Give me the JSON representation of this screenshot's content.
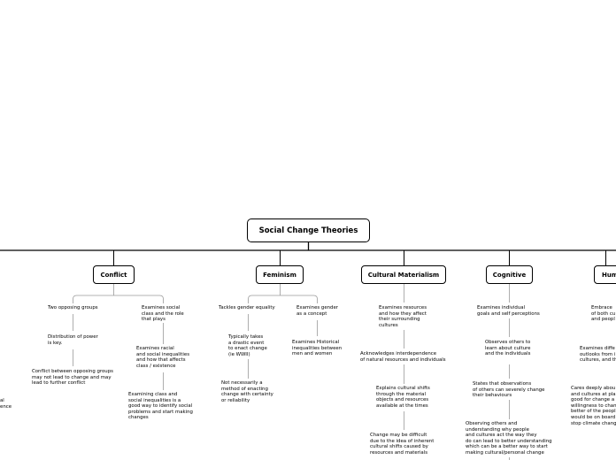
{
  "root": {
    "title": "Social Change Theories"
  },
  "branches": [
    {
      "title": "Conflict",
      "subtopics": [
        {
          "heading": "Two opposing groups",
          "points": [
            "Distribution of power\nis key.",
            "Conflict between opposing groups\nmay not lead to change and may\nlead to further conflict"
          ]
        },
        {
          "heading": "Examines social\nclass and the role\nthat plays",
          "points": [
            "Examines racial\nand social inequalities\nand how that affects\nclass / existence",
            "Examining class and\nsocial inequalities is a\ngood way to identify social\nproblems and start making\nchanges"
          ]
        }
      ]
    },
    {
      "title": "Feminism",
      "subtopics": [
        {
          "heading": "Tackles gender equality",
          "points": [
            "Typically takes\na drastic event\nto enact change\n(ie WWII)",
            "Not necessarily a\nmethod of enacting\nchange with certainty\nor reliability"
          ]
        },
        {
          "heading": "Examines gender\nas a concept",
          "points": [
            "Examines Historical\ninequalities between\nmen and women"
          ]
        }
      ]
    },
    {
      "title": "Cultural Materialism",
      "points": [
        "Examines resources\nand how they affect\ntheir surrounding\ncultures",
        "Acknowledges interdependence\nof natural resources and individuals",
        "Explains cultural shifts\nthrough the material\nobjects and resources\navailable at the times",
        "Change may be difficult\ndue to the idea of inherent\ncultural shifts caused by\nresources and materials"
      ]
    },
    {
      "title": "Cognitive",
      "points": [
        "Examines individual\ngoals and self perceptions",
        "Observes others to\nlearn about culture\nand the individuals",
        "States that observations\nof others can severely change\ntheir behaviours",
        "Observing others and\nunderstanding why people\nand cultures act the way they\ndo can lead to better understanding\nwhich can be a better way to start\nmaking cultural/personal change"
      ]
    },
    {
      "title": "Hum",
      "points": [
        "Embrace\nof both cu\nand peopl",
        "Examines diffe\noutlooks from i\ncultures, and th",
        "Cares deeply abou\nand cultures at pla\ngood for change a\nwillingness to chan\nbetter of the peopl\nwould be on board\nstop climate chang"
      ]
    }
  ],
  "left_fragments": [
    "al\nence"
  ]
}
